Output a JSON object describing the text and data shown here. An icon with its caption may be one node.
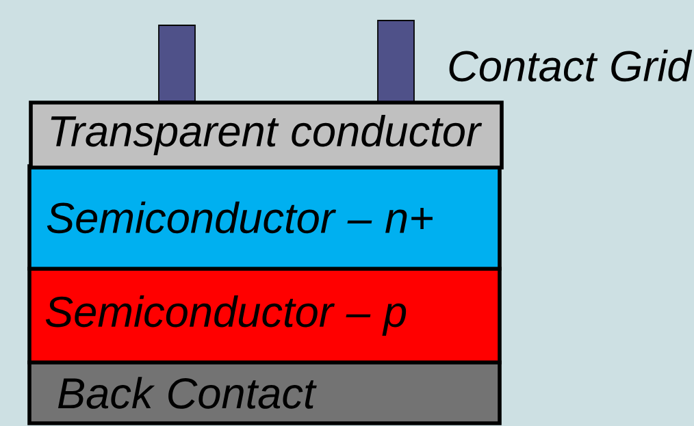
{
  "diagram": {
    "nodes": [
      {
        "text": [],
        "shape": "bar"
      },
      {
        "text": [],
        "shape": "bar"
      },
      {
        "text": [
          "Transparent conductor"
        ]
      },
      {
        "text": [
          "Semiconductor – n+"
        ]
      },
      {
        "text": [
          "Semiconductor – p"
        ]
      },
      {
        "text": [
          "Back Contact"
        ]
      }
    ],
    "labels": [
      "Contact Grid"
    ]
  }
}
